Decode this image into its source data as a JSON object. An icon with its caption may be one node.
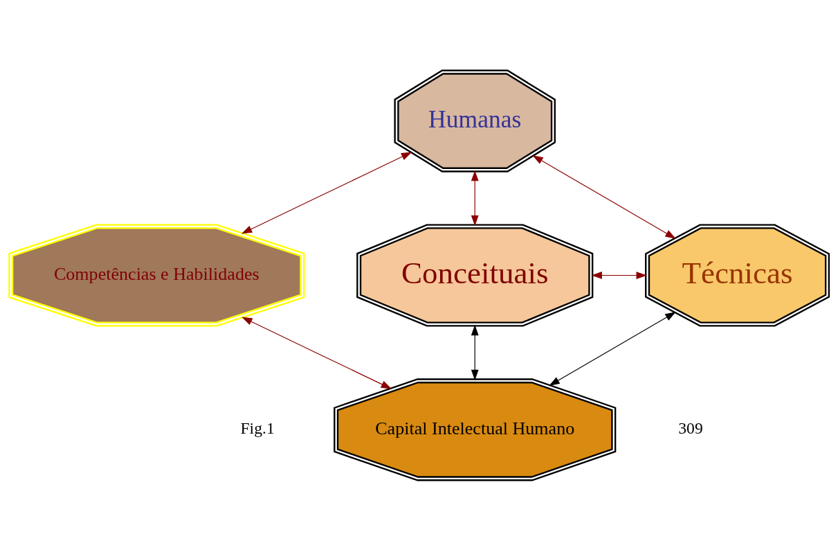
{
  "diagram": {
    "nodes": [
      {
        "text": [
          "Humanas"
        ]
      },
      {
        "text": [
          "Competências e Habilidades"
        ]
      },
      {
        "text": [
          "Conceituais"
        ]
      },
      {
        "text": [
          "Técnicas"
        ]
      },
      {
        "text": [
          "Capital Intelectual Humano"
        ]
      }
    ],
    "edges": [
      {
        "from": 0,
        "to": 2,
        "arrow": "both"
      },
      {
        "from": 0,
        "to": 3,
        "arrow": "both"
      },
      {
        "from": 0,
        "to": 1,
        "arrow": "both"
      },
      {
        "from": 2,
        "to": 3,
        "arrow": "both"
      },
      {
        "from": 1,
        "to": 4,
        "arrow": "both"
      },
      {
        "from": 2,
        "to": 4,
        "arrow": "both",
        "color": "#000000"
      },
      {
        "from": 3,
        "to": 4,
        "arrow": "both",
        "color": "#000000"
      }
    ],
    "labels": [
      "Fig.1",
      "309"
    ]
  }
}
